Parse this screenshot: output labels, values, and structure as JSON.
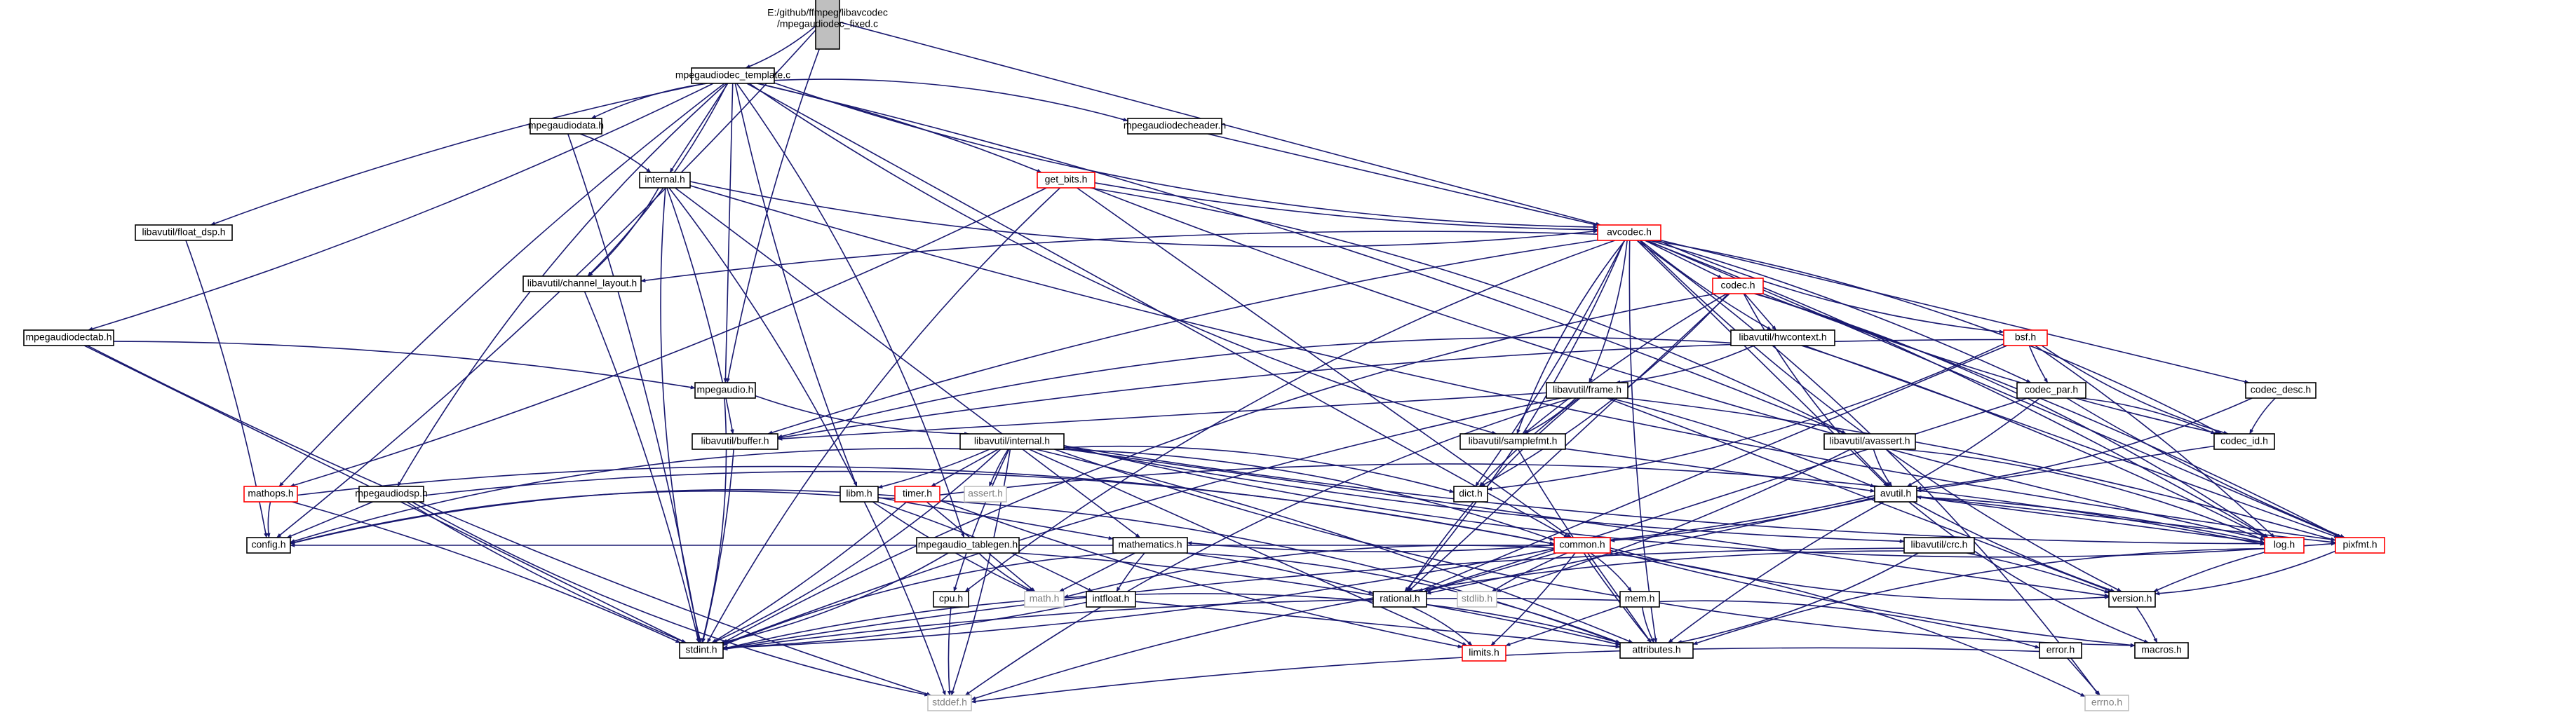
{
  "colors": {
    "edge": "#191970",
    "node_border": "#000000",
    "node_border_truncated": "#ff0000",
    "node_border_external": "#bfbfbf",
    "root_fill": "#bfbfbf",
    "node_fill": "#ffffff",
    "text": "#000000",
    "text_external": "#7f7f7f"
  },
  "nodes": [
    {
      "id": "root",
      "label": [
        "E:/github/ffmpeg/libavcodec",
        "/mpegaudiodec_fixed.c"
      ],
      "style": "root"
    },
    {
      "id": "tmpl",
      "label": [
        "mpegaudiodec_template.c"
      ],
      "style": "normal"
    },
    {
      "id": "mpegaudiodata",
      "label": [
        "mpegaudiodata.h"
      ],
      "style": "normal"
    },
    {
      "id": "mpegaudiodecheader",
      "label": [
        "mpegaudiodecheader.h"
      ],
      "style": "normal"
    },
    {
      "id": "get_bits",
      "label": [
        "get_bits.h"
      ],
      "style": "truncated"
    },
    {
      "id": "internal",
      "label": [
        "internal.h"
      ],
      "style": "normal"
    },
    {
      "id": "float_dsp",
      "label": [
        "libavutil/float_dsp.h"
      ],
      "style": "normal"
    },
    {
      "id": "avcodec",
      "label": [
        "avcodec.h"
      ],
      "style": "truncated"
    },
    {
      "id": "channel_layout",
      "label": [
        "libavutil/channel_layout.h"
      ],
      "style": "normal"
    },
    {
      "id": "codec",
      "label": [
        "codec.h"
      ],
      "style": "truncated"
    },
    {
      "id": "mpegaudiodectab",
      "label": [
        "mpegaudiodectab.h"
      ],
      "style": "normal"
    },
    {
      "id": "hwcontext",
      "label": [
        "libavutil/hwcontext.h"
      ],
      "style": "normal"
    },
    {
      "id": "bsf",
      "label": [
        "bsf.h"
      ],
      "style": "truncated"
    },
    {
      "id": "mpegaudio",
      "label": [
        "mpegaudio.h"
      ],
      "style": "normal"
    },
    {
      "id": "frame",
      "label": [
        "libavutil/frame.h"
      ],
      "style": "normal"
    },
    {
      "id": "codec_par",
      "label": [
        "codec_par.h"
      ],
      "style": "normal"
    },
    {
      "id": "codec_desc",
      "label": [
        "codec_desc.h"
      ],
      "style": "normal"
    },
    {
      "id": "buffer",
      "label": [
        "libavutil/buffer.h"
      ],
      "style": "normal"
    },
    {
      "id": "samplefmt",
      "label": [
        "libavutil/samplefmt.h"
      ],
      "style": "normal"
    },
    {
      "id": "avassert",
      "label": [
        "libavutil/avassert.h"
      ],
      "style": "normal"
    },
    {
      "id": "codec_id",
      "label": [
        "codec_id.h"
      ],
      "style": "normal"
    },
    {
      "id": "lavu_internal",
      "label": [
        "libavutil/internal.h"
      ],
      "style": "normal"
    },
    {
      "id": "mathops",
      "label": [
        "mathops.h"
      ],
      "style": "truncated"
    },
    {
      "id": "mpegaudiodsp",
      "label": [
        "mpegaudiodsp.h"
      ],
      "style": "normal"
    },
    {
      "id": "assert",
      "label": [
        "assert.h"
      ],
      "style": "external"
    },
    {
      "id": "dict",
      "label": [
        "dict.h"
      ],
      "style": "normal"
    },
    {
      "id": "avutil",
      "label": [
        "avutil.h"
      ],
      "style": "normal"
    },
    {
      "id": "libm",
      "label": [
        "libm.h"
      ],
      "style": "normal"
    },
    {
      "id": "timer",
      "label": [
        "timer.h"
      ],
      "style": "truncated"
    },
    {
      "id": "config",
      "label": [
        "config.h"
      ],
      "style": "normal"
    },
    {
      "id": "tablegen",
      "label": [
        "mpegaudio_tablegen.h"
      ],
      "style": "normal"
    },
    {
      "id": "mathematics",
      "label": [
        "mathematics.h"
      ],
      "style": "normal"
    },
    {
      "id": "common",
      "label": [
        "common.h"
      ],
      "style": "truncated"
    },
    {
      "id": "crc",
      "label": [
        "libavutil/crc.h"
      ],
      "style": "normal"
    },
    {
      "id": "log",
      "label": [
        "log.h"
      ],
      "style": "truncated"
    },
    {
      "id": "pixfmt",
      "label": [
        "pixfmt.h"
      ],
      "style": "truncated"
    },
    {
      "id": "math",
      "label": [
        "math.h"
      ],
      "style": "external"
    },
    {
      "id": "intfloat",
      "label": [
        "intfloat.h"
      ],
      "style": "normal"
    },
    {
      "id": "stdlib",
      "label": [
        "stdlib.h"
      ],
      "style": "external"
    },
    {
      "id": "cpu",
      "label": [
        "cpu.h"
      ],
      "style": "normal"
    },
    {
      "id": "rational",
      "label": [
        "rational.h"
      ],
      "style": "normal"
    },
    {
      "id": "mem",
      "label": [
        "mem.h"
      ],
      "style": "normal"
    },
    {
      "id": "version",
      "label": [
        "version.h"
      ],
      "style": "normal"
    },
    {
      "id": "stdint",
      "label": [
        "stdint.h"
      ],
      "style": "normal"
    },
    {
      "id": "limits",
      "label": [
        "limits.h"
      ],
      "style": "truncated"
    },
    {
      "id": "attributes",
      "label": [
        "attributes.h"
      ],
      "style": "normal"
    },
    {
      "id": "error",
      "label": [
        "error.h"
      ],
      "style": "normal"
    },
    {
      "id": "macros",
      "label": [
        "macros.h"
      ],
      "style": "normal"
    },
    {
      "id": "stddef",
      "label": [
        "stddef.h"
      ],
      "style": "external"
    },
    {
      "id": "errno",
      "label": [
        "errno.h"
      ],
      "style": "external"
    }
  ],
  "edges": [
    [
      "root",
      "tmpl"
    ],
    [
      "root",
      "config"
    ],
    [
      "root",
      "avcodec"
    ],
    [
      "root",
      "mpegaudio"
    ],
    [
      "tmpl",
      "mpegaudiodata"
    ],
    [
      "tmpl",
      "mpegaudiodecheader"
    ],
    [
      "tmpl",
      "get_bits"
    ],
    [
      "tmpl",
      "internal"
    ],
    [
      "tmpl",
      "float_dsp"
    ],
    [
      "tmpl",
      "avcodec"
    ],
    [
      "tmpl",
      "channel_layout"
    ],
    [
      "tmpl",
      "mpegaudiodectab"
    ],
    [
      "tmpl",
      "mpegaudio"
    ],
    [
      "tmpl",
      "mathops"
    ],
    [
      "tmpl",
      "mpegaudiodsp"
    ],
    [
      "tmpl",
      "tablegen"
    ],
    [
      "tmpl",
      "avassert"
    ],
    [
      "tmpl",
      "common"
    ],
    [
      "tmpl",
      "libm"
    ],
    [
      "tmpl",
      "samplefmt"
    ],
    [
      "mpegaudiodata",
      "internal"
    ],
    [
      "mpegaudiodata",
      "stdint"
    ],
    [
      "mpegaudiodecheader",
      "avcodec"
    ],
    [
      "get_bits",
      "avcodec"
    ],
    [
      "get_bits",
      "stdint"
    ],
    [
      "get_bits",
      "avassert"
    ],
    [
      "get_bits",
      "mathops"
    ],
    [
      "get_bits",
      "common"
    ],
    [
      "get_bits",
      "log"
    ],
    [
      "internal",
      "avcodec"
    ],
    [
      "internal",
      "channel_layout"
    ],
    [
      "internal",
      "buffer"
    ],
    [
      "internal",
      "mathematics"
    ],
    [
      "internal",
      "pixfmt"
    ],
    [
      "internal",
      "stdint"
    ],
    [
      "internal",
      "stddef"
    ],
    [
      "float_dsp",
      "config"
    ],
    [
      "avcodec",
      "codec"
    ],
    [
      "avcodec",
      "hwcontext"
    ],
    [
      "avcodec",
      "bsf"
    ],
    [
      "avcodec",
      "frame"
    ],
    [
      "avcodec",
      "codec_par"
    ],
    [
      "avcodec",
      "codec_desc"
    ],
    [
      "avcodec",
      "buffer"
    ],
    [
      "avcodec",
      "samplefmt"
    ],
    [
      "avcodec",
      "codec_id"
    ],
    [
      "avcodec",
      "dict"
    ],
    [
      "avcodec",
      "avutil"
    ],
    [
      "avcodec",
      "channel_layout"
    ],
    [
      "avcodec",
      "cpu"
    ],
    [
      "avcodec",
      "rational"
    ],
    [
      "avcodec",
      "log"
    ],
    [
      "avcodec",
      "pixfmt"
    ],
    [
      "avcodec",
      "attributes"
    ],
    [
      "avcodec",
      "version"
    ],
    [
      "avcodec",
      "errno"
    ],
    [
      "channel_layout",
      "stdint"
    ],
    [
      "codec",
      "hwcontext"
    ],
    [
      "codec",
      "codec_id"
    ],
    [
      "codec",
      "avutil"
    ],
    [
      "codec",
      "log"
    ],
    [
      "codec",
      "pixfmt"
    ],
    [
      "codec",
      "rational"
    ],
    [
      "codec",
      "samplefmt"
    ],
    [
      "codec",
      "stdint"
    ],
    [
      "codec",
      "dict"
    ],
    [
      "mpegaudiodectab",
      "mpegaudio"
    ],
    [
      "mpegaudiodectab",
      "stdint"
    ],
    [
      "mpegaudiodectab",
      "stddef"
    ],
    [
      "hwcontext",
      "buffer"
    ],
    [
      "hwcontext",
      "frame"
    ],
    [
      "hwcontext",
      "log"
    ],
    [
      "hwcontext",
      "pixfmt"
    ],
    [
      "bsf",
      "codec_par"
    ],
    [
      "bsf",
      "codec_id"
    ],
    [
      "bsf",
      "dict"
    ],
    [
      "bsf",
      "log"
    ],
    [
      "bsf",
      "rational"
    ],
    [
      "bsf",
      "buffer"
    ],
    [
      "mpegaudio",
      "lavu_internal"
    ],
    [
      "mpegaudio",
      "stdint"
    ],
    [
      "frame",
      "avutil"
    ],
    [
      "frame",
      "buffer"
    ],
    [
      "frame",
      "dict"
    ],
    [
      "frame",
      "rational"
    ],
    [
      "frame",
      "samplefmt"
    ],
    [
      "frame",
      "pixfmt"
    ],
    [
      "frame",
      "version"
    ],
    [
      "frame",
      "stdint"
    ],
    [
      "frame",
      "stddef"
    ],
    [
      "codec_par",
      "codec_id"
    ],
    [
      "codec_par",
      "avutil"
    ],
    [
      "codec_par",
      "rational"
    ],
    [
      "codec_par",
      "pixfmt"
    ],
    [
      "codec_desc",
      "codec_id"
    ],
    [
      "codec_desc",
      "avutil"
    ],
    [
      "buffer",
      "stdint"
    ],
    [
      "samplefmt",
      "avutil"
    ],
    [
      "samplefmt",
      "attributes"
    ],
    [
      "avassert",
      "avutil"
    ],
    [
      "avassert",
      "log"
    ],
    [
      "avassert",
      "stdlib"
    ],
    [
      "codec_id",
      "avutil"
    ],
    [
      "lavu_internal",
      "assert"
    ],
    [
      "lavu_internal",
      "config"
    ],
    [
      "lavu_internal",
      "dict"
    ],
    [
      "lavu_internal",
      "libm"
    ],
    [
      "lavu_internal",
      "timer"
    ],
    [
      "lavu_internal",
      "cpu"
    ],
    [
      "lavu_internal",
      "pixfmt"
    ],
    [
      "lavu_internal",
      "common"
    ],
    [
      "lavu_internal",
      "attributes"
    ],
    [
      "lavu_internal",
      "version"
    ],
    [
      "lavu_internal",
      "log"
    ],
    [
      "lavu_internal",
      "macros"
    ],
    [
      "lavu_internal",
      "stdint"
    ],
    [
      "lavu_internal",
      "stddef"
    ],
    [
      "lavu_internal",
      "limits"
    ],
    [
      "lavu_internal",
      "crc"
    ],
    [
      "mathops",
      "config"
    ],
    [
      "mathops",
      "common"
    ],
    [
      "mathops",
      "stdint"
    ],
    [
      "mpegaudiodsp",
      "config"
    ],
    [
      "mpegaudiodsp",
      "stdint"
    ],
    [
      "mpegaudiodsp",
      "stddef"
    ],
    [
      "mpegaudiodsp",
      "common"
    ],
    [
      "avutil",
      "common"
    ],
    [
      "avutil",
      "rational"
    ],
    [
      "avutil",
      "version"
    ],
    [
      "avutil",
      "macros"
    ],
    [
      "avutil",
      "mathematics"
    ],
    [
      "avutil",
      "log"
    ],
    [
      "avutil",
      "pixfmt"
    ],
    [
      "avutil",
      "attributes"
    ],
    [
      "libm",
      "config"
    ],
    [
      "libm",
      "attributes"
    ],
    [
      "libm",
      "intfloat"
    ],
    [
      "libm",
      "mathematics"
    ],
    [
      "libm",
      "math"
    ],
    [
      "timer",
      "config"
    ],
    [
      "timer",
      "log"
    ],
    [
      "timer",
      "stdint"
    ],
    [
      "timer",
      "math"
    ],
    [
      "timer",
      "limits"
    ],
    [
      "tablegen",
      "math"
    ],
    [
      "tablegen",
      "stdint"
    ],
    [
      "tablegen",
      "attributes"
    ],
    [
      "mathematics",
      "math"
    ],
    [
      "mathematics",
      "intfloat"
    ],
    [
      "mathematics",
      "stdint"
    ],
    [
      "mathematics",
      "attributes"
    ],
    [
      "mathematics",
      "rational"
    ],
    [
      "common",
      "config"
    ],
    [
      "common",
      "stdlib"
    ],
    [
      "common",
      "math"
    ],
    [
      "common",
      "mem"
    ],
    [
      "common",
      "limits"
    ],
    [
      "common",
      "attributes"
    ],
    [
      "common",
      "macros"
    ],
    [
      "common",
      "version"
    ],
    [
      "common",
      "errno"
    ],
    [
      "common",
      "stdint"
    ],
    [
      "common",
      "rational"
    ],
    [
      "crc",
      "stdint"
    ],
    [
      "crc",
      "stddef"
    ],
    [
      "crc",
      "attributes"
    ],
    [
      "crc",
      "version"
    ],
    [
      "log",
      "avutil"
    ],
    [
      "log",
      "version"
    ],
    [
      "log",
      "attributes"
    ],
    [
      "pixfmt",
      "version"
    ],
    [
      "intfloat",
      "stdint"
    ],
    [
      "intfloat",
      "attributes"
    ],
    [
      "cpu",
      "stddef"
    ],
    [
      "rational",
      "stdint"
    ],
    [
      "rational",
      "limits"
    ],
    [
      "rational",
      "attributes"
    ],
    [
      "mem",
      "limits"
    ],
    [
      "mem",
      "stdint"
    ],
    [
      "mem",
      "attributes"
    ],
    [
      "mem",
      "error"
    ],
    [
      "version",
      "macros"
    ],
    [
      "error",
      "errno"
    ],
    [
      "error",
      "stddef"
    ]
  ]
}
